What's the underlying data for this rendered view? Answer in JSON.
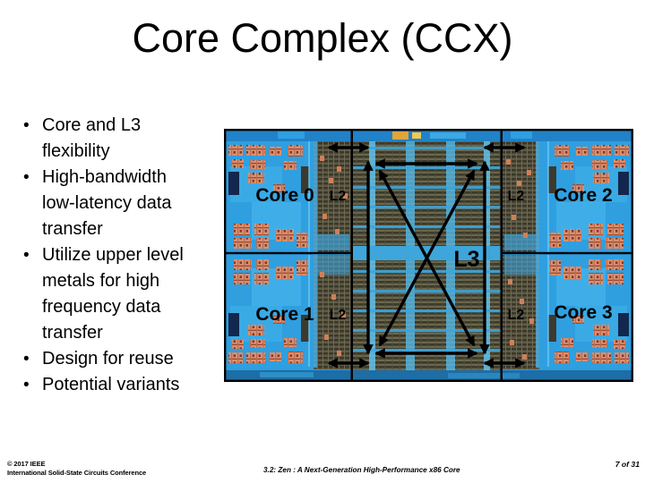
{
  "title": "Core Complex (CCX)",
  "bullet_char": "•",
  "bullets": [
    "Core and L3\nflexibility",
    "High-bandwidth\nlow-latency data\ntransfer",
    "Utilize upper level\nmetals for high\nfrequency data\ntransfer",
    "Design for reuse",
    "Potential variants"
  ],
  "die": {
    "labels": {
      "core0": "Core 0",
      "core1": "Core 1",
      "core2": "Core 2",
      "core3": "Core 3",
      "l2": "L2",
      "l3": "L3"
    }
  },
  "footer": {
    "copyright_line1": "© 2017 IEEE",
    "copyright_line2": "International Solid-State Circuits Conference",
    "session_title": "3.2: Zen : A Next-Generation High-Performance x86 Core",
    "page": "7 of 31"
  },
  "colors": {
    "die_blue": "#2f9fe0",
    "l3_column_dark": "#3c3a2a",
    "sram_orange": "#d98f70",
    "arrow_black": "#000000"
  }
}
